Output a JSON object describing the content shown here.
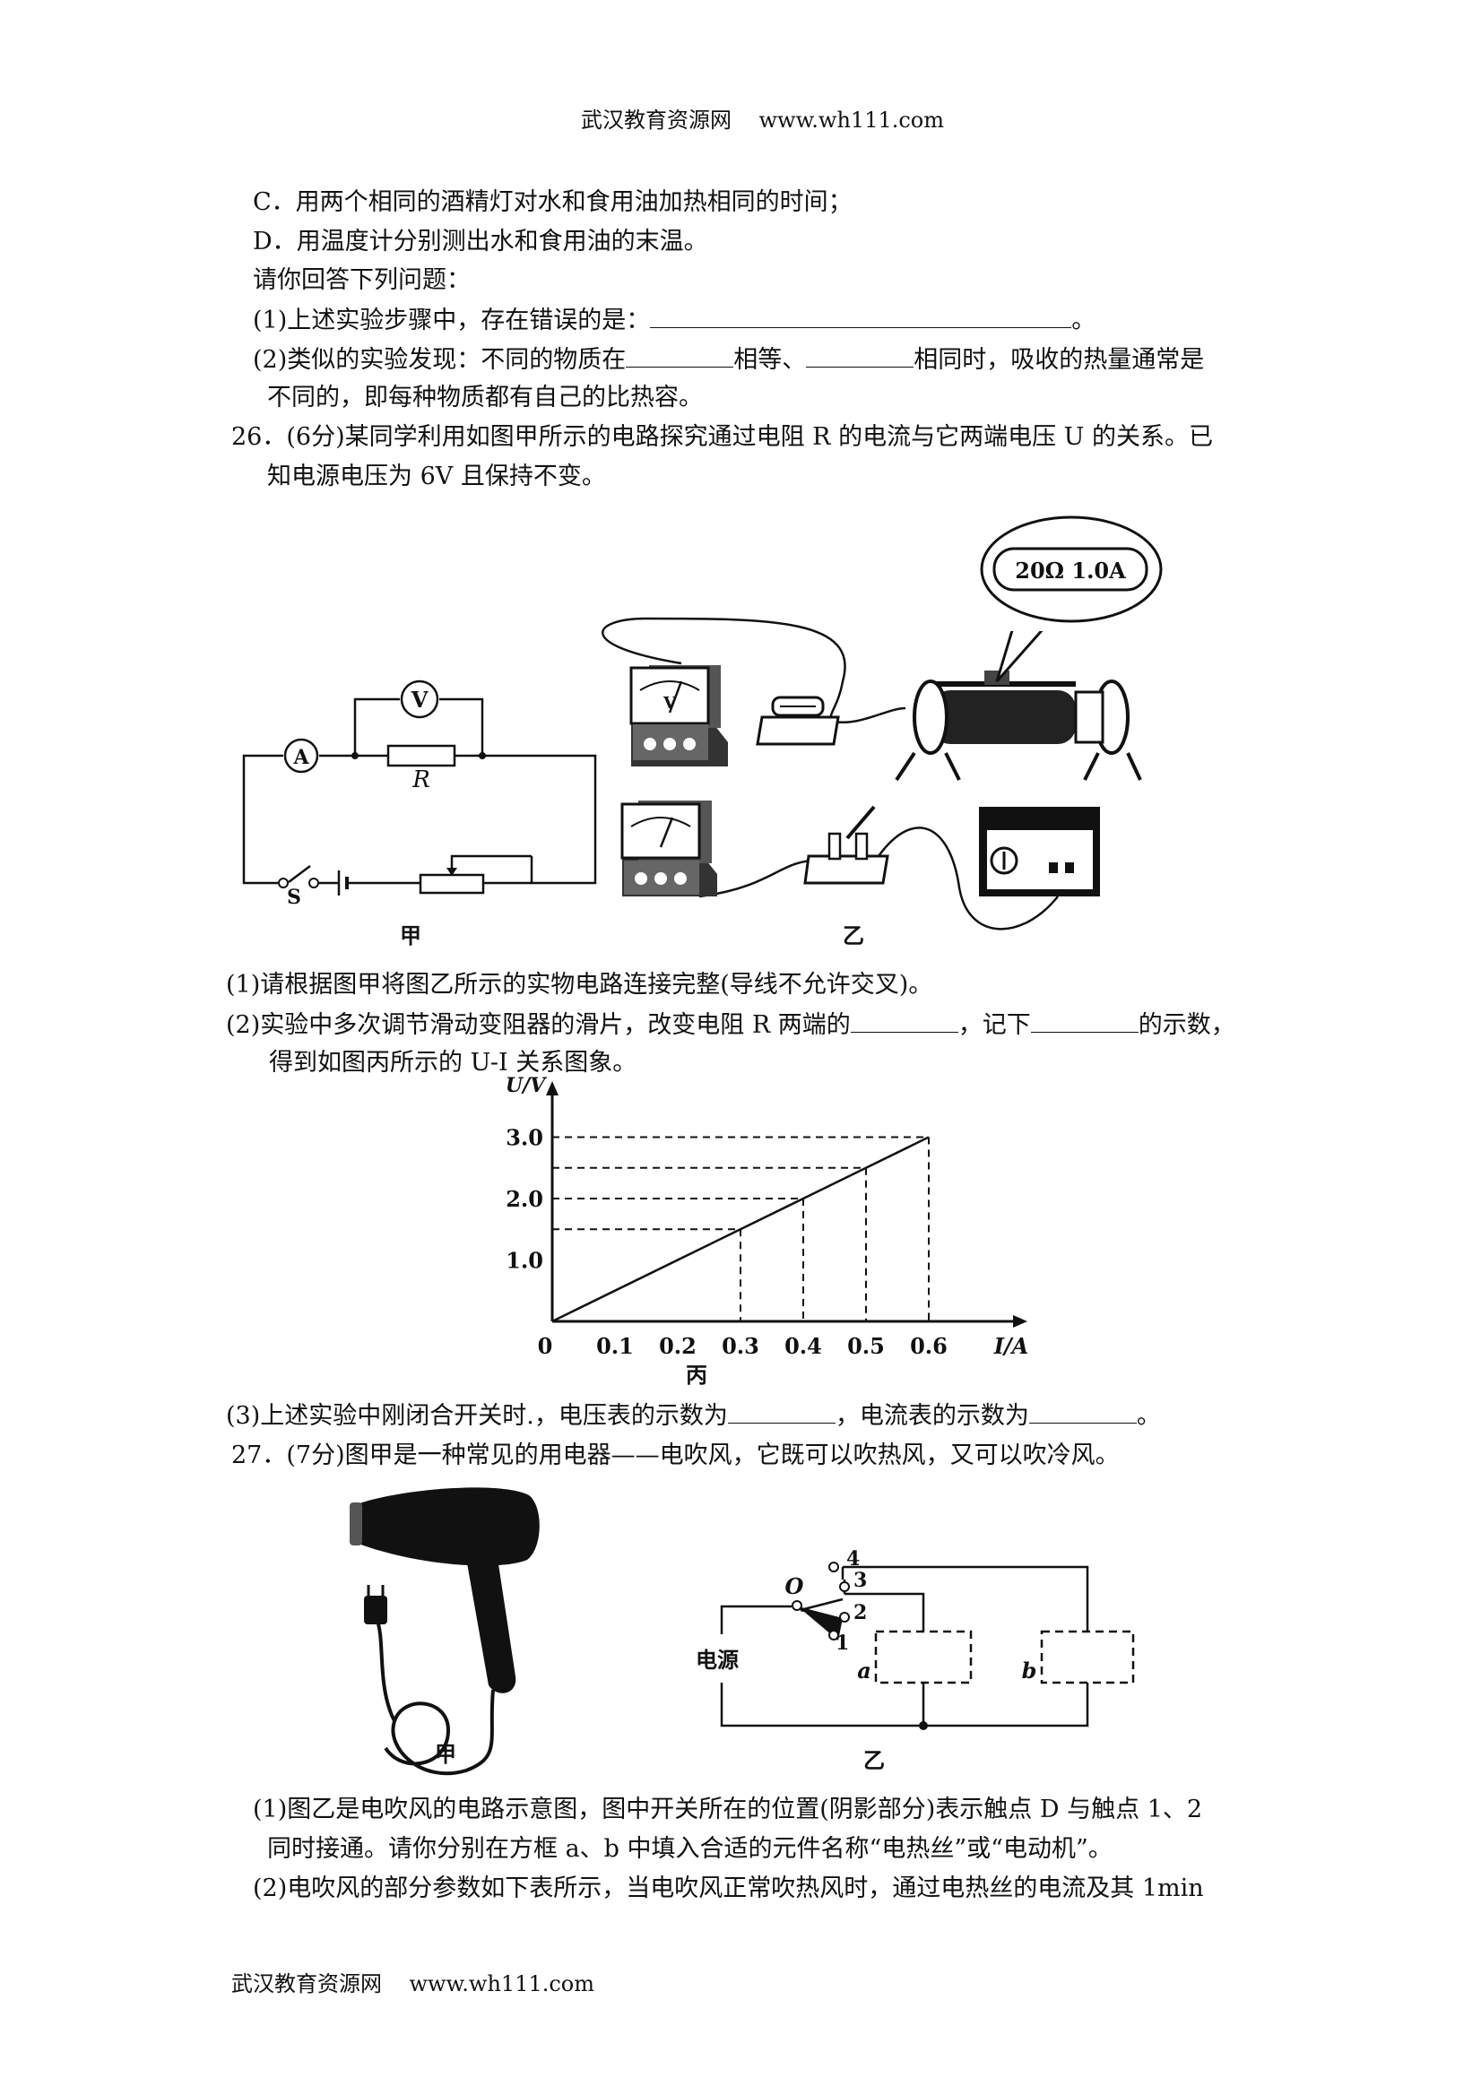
{
  "header": {
    "site": "武汉教育资源网",
    "url": "www.wh111.com"
  },
  "q25_cont": {
    "step_c": "C．用两个相同的酒精灯对水和食用油加热相同的时间；",
    "step_d": "D．用温度计分别测出水和食用油的末温。",
    "prompt": "请你回答下列问题：",
    "p1_a": "(1)上述实验步骤中，存在错误的是：",
    "p1_b": "。",
    "p2_a": "(2)类似的实验发现：不同的物质在",
    "p2_b": "相等、",
    "p2_c": "相同时，吸收的热量通常是",
    "p2_d": "不同的，即每种物质都有自己的比热容。"
  },
  "q26": {
    "line1": "26．(6分)某同学利用如图甲所示的电路探究通过电阻 R 的电流与它两端电压 U 的关系。已",
    "line2": "知电源电压为 6V 且保持不变。",
    "fig_jia": {
      "caption": "甲",
      "ammeter": "A",
      "voltmeter": "V",
      "resistor": "R",
      "switch": "S"
    },
    "fig_yi": {
      "caption": "乙",
      "rheostat_rating": "20Ω 1.0A",
      "voltmeter_face": "V"
    },
    "p1": "(1)请根据图甲将图乙所示的实物电路连接完整(导线不允许交叉)。",
    "p2_a": "(2)实验中多次调节滑动变阻器的滑片，改变电阻 R 两端的",
    "p2_b": "，记下",
    "p2_c": "的示数，",
    "p2_d": "得到如图丙所示的 U-I 关系图象。",
    "p3_a": "(3)上述实验中刚闭合开关时.，电压表的示数为",
    "p3_b": "，电流表的示数为",
    "p3_c": "。"
  },
  "chart_data": {
    "type": "line",
    "title": "丙",
    "xlabel": "I/A",
    "ylabel": "U/V",
    "origin_label": "0",
    "x_ticks": [
      "0.1",
      "0.2",
      "0.3",
      "0.4",
      "0.5",
      "0.6"
    ],
    "y_ticks": [
      "1.0",
      "2.0",
      "3.0"
    ],
    "xlim": [
      0,
      0.7
    ],
    "ylim": [
      0,
      3.3
    ],
    "series": [
      {
        "x": [
          0,
          0.3,
          0.4,
          0.5,
          0.6
        ],
        "y": [
          0,
          1.5,
          2.0,
          2.5,
          3.0
        ]
      }
    ],
    "marked_points": [
      {
        "x": 0.3,
        "y": 1.5
      },
      {
        "x": 0.4,
        "y": 2.0
      },
      {
        "x": 0.5,
        "y": 2.5
      },
      {
        "x": 0.6,
        "y": 3.0
      }
    ]
  },
  "q27": {
    "line1": "27．(7分)图甲是一种常见的用电器——电吹风，它既可以吹热风，又可以吹冷风。",
    "fig_jia_caption": "甲",
    "fig_yi": {
      "caption": "乙",
      "source": "电源",
      "pivot": "O",
      "contacts": [
        "1",
        "2",
        "3",
        "4"
      ],
      "box_a": "a",
      "box_b": "b"
    },
    "p1_a": "(1)图乙是电吹风的电路示意图，图中开关所在的位置(阴影部分)表示触点 D 与触点 1、2",
    "p1_b": "同时接通。请你分别在方框 a、b 中填入合适的元件名称“电热丝”或“电动机”。",
    "p2_a": "(2)电吹风的部分参数如下表所示，当电吹风正常吹热风时，通过电热丝的电流及其 1min"
  },
  "footer": {
    "site": "武汉教育资源网",
    "url": "www.wh111.com"
  }
}
